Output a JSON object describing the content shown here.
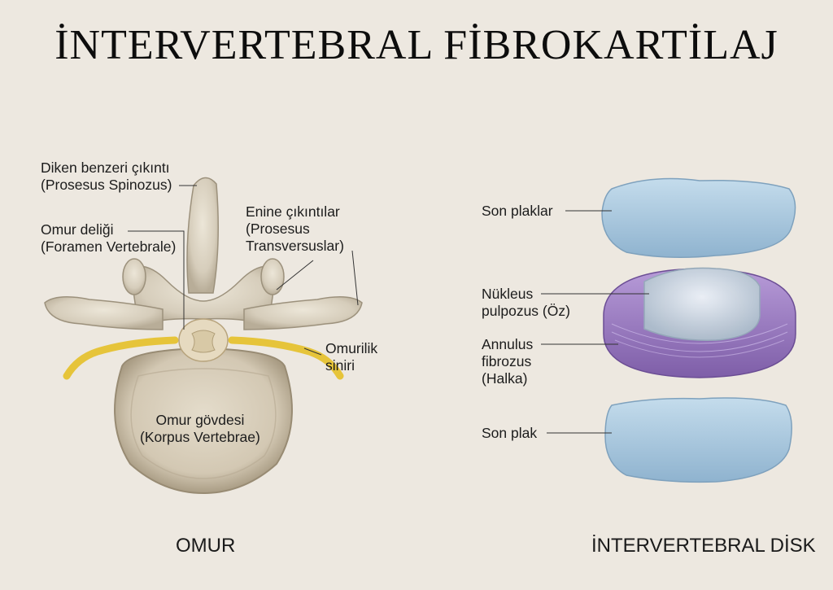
{
  "title": "İNTERVERTEBRAL FİBROKARTİLAJ",
  "vertebra": {
    "caption": "OMUR",
    "labels": {
      "spinous": [
        "Diken benzeri çıkıntı",
        "(Prosesus Spinozus)"
      ],
      "foramen": [
        "Omur deliği",
        "(Foramen Vertebrale)"
      ],
      "transverse": [
        "Enine çıkıntılar",
        "(Prosesus",
        "Transversuslar)"
      ],
      "nerve": [
        "Omurilik",
        "siniri"
      ],
      "body": [
        "Omur gövdesi",
        "(Korpus Vertebrae)"
      ]
    }
  },
  "disc": {
    "caption": "İNTERVERTEBRAL DİSK",
    "labels": {
      "endplates": [
        "Son plaklar"
      ],
      "nucleus": [
        "Nükleus",
        "pulpozus (Öz)"
      ],
      "annulus": [
        "Annulus",
        "fibrozus",
        "(Halka)"
      ],
      "endplate": [
        "Son plak"
      ]
    }
  },
  "colors": {
    "bone": "#d8d0c0",
    "nerve": "#e6c43a",
    "endplate": "#a9c9e0",
    "annulus": "#9d7cc2",
    "nucleus": "#cfdde8"
  }
}
